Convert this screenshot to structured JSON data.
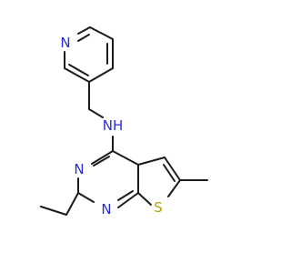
{
  "molecule": {
    "atoms": {
      "pyridine_n": {
        "symbol": "N",
        "color": "#2b2bd6"
      },
      "amine_nh": {
        "symbol": "NH",
        "color": "#2b2bd6"
      },
      "pyrimidine_n3": {
        "symbol": "N",
        "color": "#2b2bd6"
      },
      "pyrimidine_n1": {
        "symbol": "N",
        "color": "#2b2bd6"
      },
      "thiophene_s": {
        "symbol": "S",
        "color": "#b3a100"
      }
    },
    "bond_color": "#1a1a1a",
    "background": "#ffffff"
  }
}
